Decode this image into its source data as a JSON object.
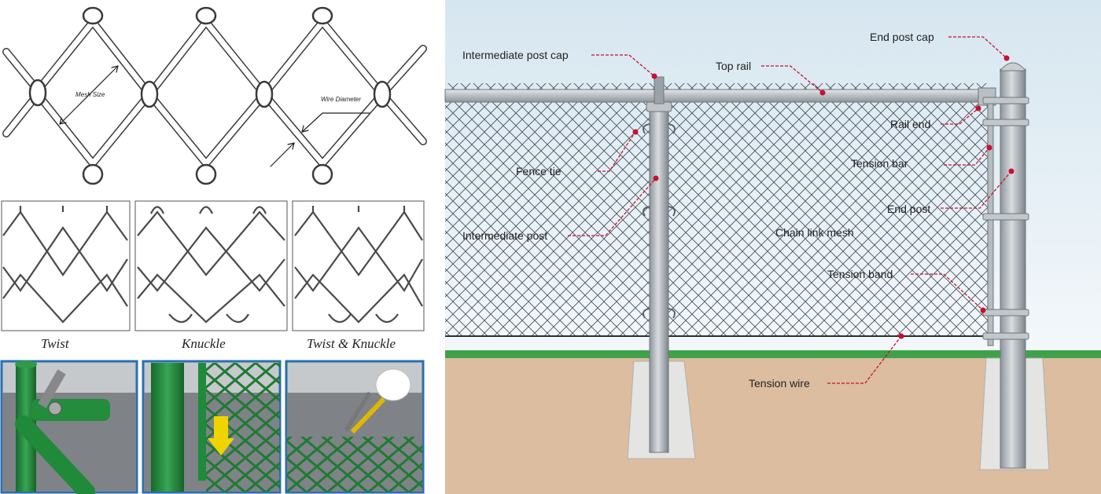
{
  "mesh_diagram": {
    "mesh_size_label": "Mesh Size",
    "wire_diameter_label": "Wire Diameter"
  },
  "selvage_types": [
    {
      "label": "Twist"
    },
    {
      "label": "Knuckle"
    },
    {
      "label": "Twist & Knuckle"
    }
  ],
  "fence_parts": {
    "intermediate_post_cap": "Intermediate post cap",
    "top_rail": "Top rail",
    "end_post_cap": "End post cap",
    "rail_end": "Rail end",
    "fence_tie": "Fence tie",
    "tension_bar": "Tension bar",
    "end_post": "End post",
    "intermediate_post": "Intermediate post",
    "chain_link_mesh": "Chain link mesh",
    "tension_band": "Tension band",
    "tension_wire": "Tension wire"
  },
  "colors": {
    "callout_red": "#c8102e",
    "fence_green": "#1f8a3a",
    "post_gray": "#a7adb3",
    "sky_top": "#cfe2ee",
    "ground_brown": "#d9b99b",
    "panel_border_blue": "#2a6fb0"
  }
}
